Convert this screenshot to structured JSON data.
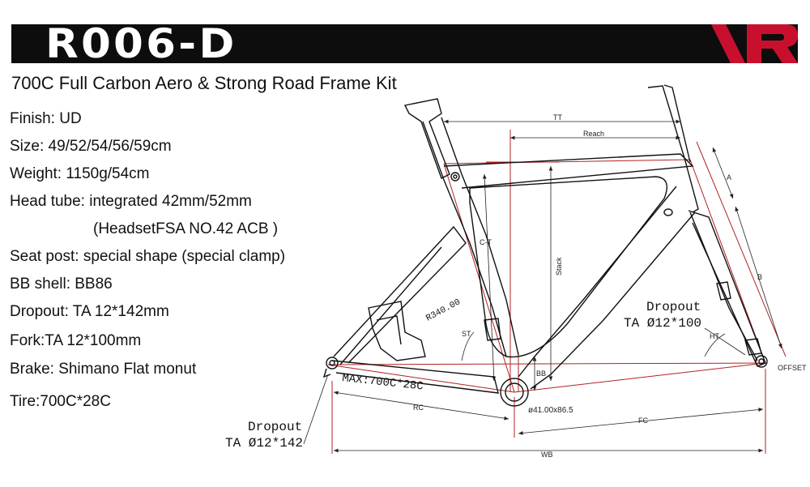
{
  "header": {
    "model": "R006-D",
    "subtitle": "700C Full Carbon Aero & Strong Road Frame Kit",
    "brand_color": "#c8102e"
  },
  "specs": [
    "Finish: UD",
    "Size: 49/52/54/56/59cm",
    "Weight: 1150g/54cm",
    "Head tube: integrated 42mm/52mm",
    "(HeadsetFSA NO.42 ACB )",
    "Seat post: special shape (special clamp)",
    "BB shell: BB86",
    "Dropout: TA 12*142mm",
    "Fork:TA 12*100mm",
    "Brake: Shimano Flat monut",
    "Tire:700C*28C"
  ],
  "diagram": {
    "dropout_front_title": "Dropout",
    "dropout_front_value": "TA Ø12*100",
    "dropout_rear_title": "Dropout",
    "dropout_rear_value": "TA Ø12*142",
    "tire_clearance": "MAX:700C*28C",
    "bb_size": "ø41.00x86.5",
    "radius": "R340.00",
    "labels": {
      "tt": "TT",
      "reach": "Reach",
      "stack": "Stack",
      "ct": "C-T",
      "st": "ST",
      "ht": "HT",
      "a": "A",
      "b": "B",
      "bb": "BB",
      "rc": "RC",
      "fc": "FC",
      "wb": "WB",
      "offset": "OFFSET"
    },
    "line_color": "#b22222"
  }
}
